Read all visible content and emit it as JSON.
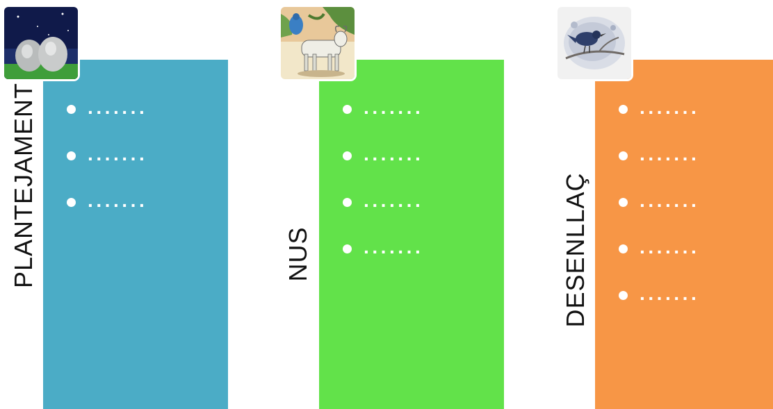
{
  "columns": [
    {
      "heading": "PLANTEJAMENT",
      "panel_color": "#4BACC6",
      "thumbnail_icon": "night-eggs-illustration",
      "items": [
        "·······",
        "·······",
        "·······"
      ]
    },
    {
      "heading": "NUS",
      "panel_color": "#62E24A",
      "thumbnail_icon": "ox-and-bird-illustration",
      "items": [
        "·······",
        "·······",
        "·······",
        "·······"
      ]
    },
    {
      "heading": "DESENLLAÇ",
      "panel_color": "#F79646",
      "thumbnail_icon": "bird-on-branch-illustration",
      "items": [
        "·······",
        "·······",
        "·······",
        "·······",
        "·······"
      ]
    }
  ]
}
